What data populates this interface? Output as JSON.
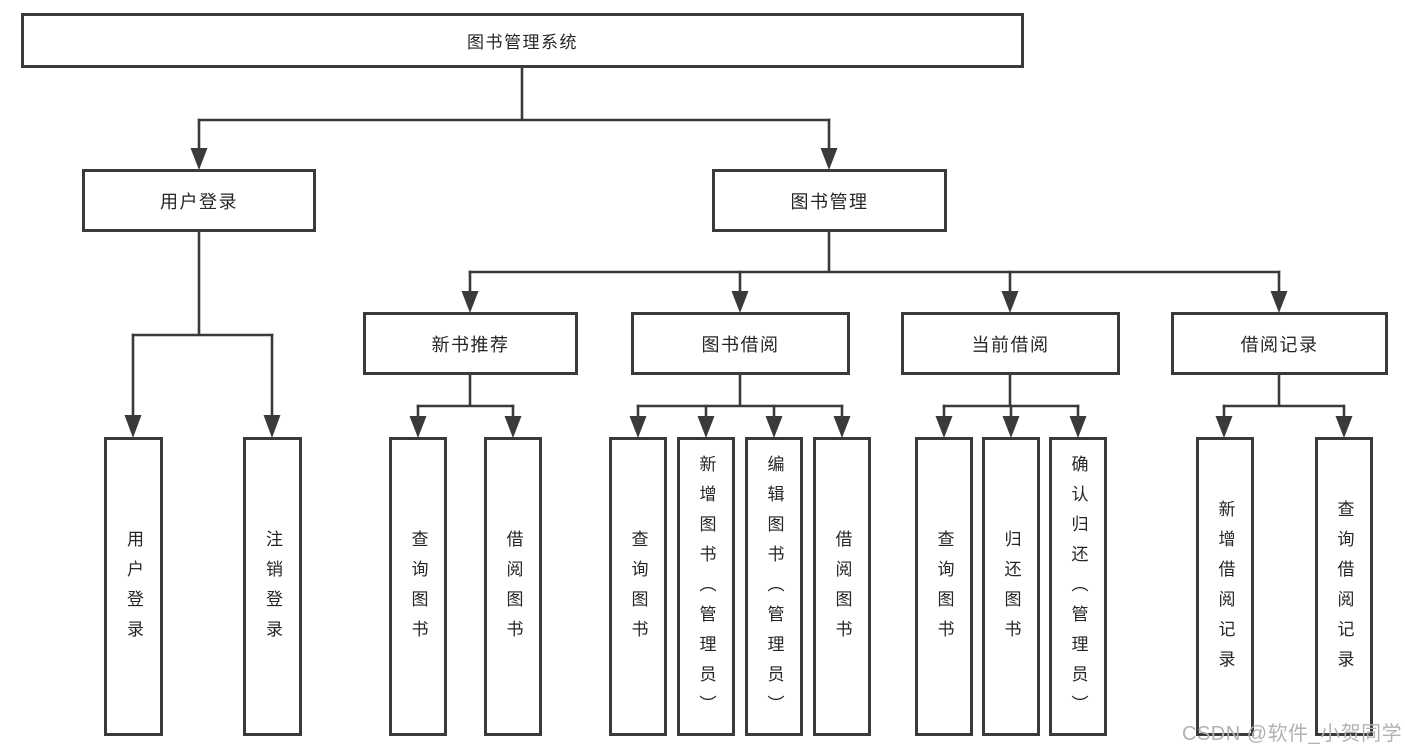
{
  "tree": {
    "root": {
      "label": "图书管理系统"
    },
    "children": [
      {
        "label": "用户登录",
        "children": [
          {
            "label": "用户登录"
          },
          {
            "label": "注销登录"
          }
        ]
      },
      {
        "label": "图书管理",
        "children": [
          {
            "label": "新书推荐",
            "children": [
              {
                "label": "查询图书"
              },
              {
                "label": "借阅图书"
              }
            ]
          },
          {
            "label": "图书借阅",
            "children": [
              {
                "label": "查询图书"
              },
              {
                "label": "新增图书（管理员）"
              },
              {
                "label": "编辑图书（管理员）"
              },
              {
                "label": "借阅图书"
              }
            ]
          },
          {
            "label": "当前借阅",
            "children": [
              {
                "label": "查询图书"
              },
              {
                "label": "归还图书"
              },
              {
                "label": "确认归还（管理员）"
              }
            ]
          },
          {
            "label": "借阅记录",
            "children": [
              {
                "label": "新增借阅记录"
              },
              {
                "label": "查询借阅记录"
              }
            ]
          }
        ]
      }
    ]
  },
  "watermark": "CSDN @软件_小贺同学",
  "colors": {
    "line": "#3a3a3a",
    "text": "#262626",
    "watermark": "#b2b2b2",
    "background": "#ffffff"
  }
}
